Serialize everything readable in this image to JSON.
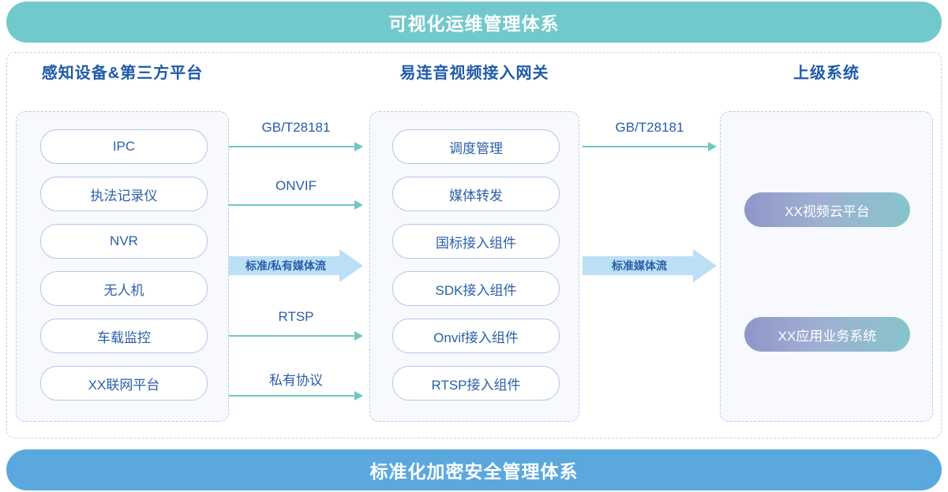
{
  "banners": {
    "top": {
      "label": "可视化运维管理体系",
      "color": "#72C9CC"
    },
    "bottom": {
      "label": "标准化加密安全管理体系",
      "color": "#5BA8DE"
    }
  },
  "columns": {
    "left": {
      "title": "感知设备&第三方平台",
      "items": [
        {
          "label": "IPC"
        },
        {
          "label": "执法记录仪"
        },
        {
          "label": "NVR"
        },
        {
          "label": "无人机"
        },
        {
          "label": "车载监控"
        },
        {
          "label": "XX联网平台"
        }
      ]
    },
    "middle": {
      "title": "易连音视频接入网关",
      "items": [
        {
          "label": "调度管理"
        },
        {
          "label": "媒体转发"
        },
        {
          "label": "国标接入组件"
        },
        {
          "label": "SDK接入组件"
        },
        {
          "label": "Onvif接入组件"
        },
        {
          "label": "RTSP接入组件"
        }
      ]
    },
    "right": {
      "title": "上级系统",
      "items": [
        {
          "label": "XX视频云平台"
        },
        {
          "label": "XX应用业务系统"
        }
      ]
    }
  },
  "connectors": {
    "left_gap": [
      {
        "label": "GB/T28181",
        "style": "thin",
        "color": "#6FC8C0"
      },
      {
        "label": "ONVIF",
        "style": "thin",
        "color": "#6FC8C0"
      },
      {
        "label": "标准/私有媒体流",
        "style": "band",
        "color": "#BBDFF5"
      },
      {
        "label": "RTSP",
        "style": "thin",
        "color": "#6FC8C0"
      },
      {
        "label": "私有协议",
        "style": "thin",
        "color": "#6FC8C0"
      }
    ],
    "right_gap": [
      {
        "label": "GB/T28181",
        "style": "thin",
        "color": "#6FC8C0"
      },
      {
        "label": "标准媒体流",
        "style": "band",
        "color": "#BBDFF5"
      }
    ]
  }
}
